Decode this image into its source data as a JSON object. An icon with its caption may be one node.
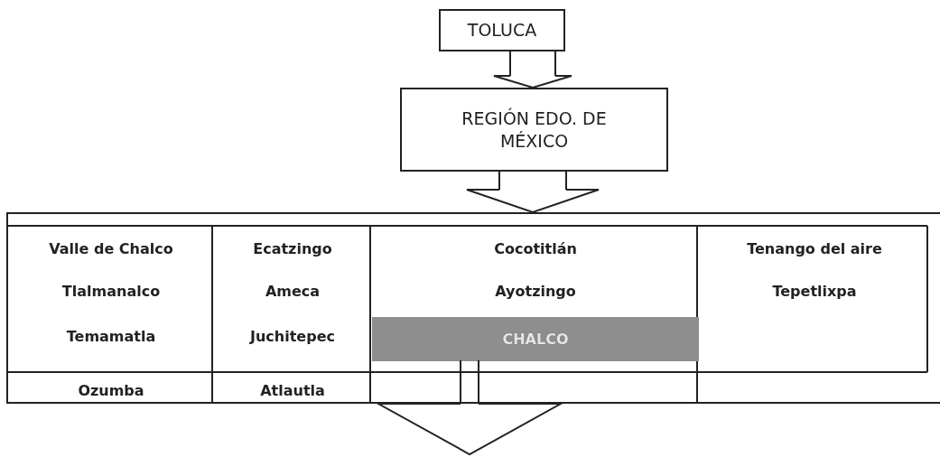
{
  "diagram": {
    "nodes": [
      {
        "text": [
          "TOLUCA"
        ]
      },
      {
        "text": [
          "REGIÓN EDO. DE MÉXICO"
        ]
      },
      {
        "text": [
          "Valle de Chalco",
          "Ecatzingo",
          "Cocotitlán",
          "Tenango del aire",
          "Tlalmanalco",
          "Ameca",
          "Ayotzingo",
          "Tepetlixpa",
          "Temamatla",
          "Juchitepec",
          "Ozumba",
          "Atlautla"
        ]
      },
      {
        "text": [
          "CHALCO"
        ],
        "in": 2
      }
    ],
    "edges": [
      {
        "from": 0,
        "to": 1,
        "arrow": "to"
      },
      {
        "from": 1,
        "to": 2,
        "arrow": "to"
      },
      {
        "from": 3,
        "to": null,
        "arrow": "to"
      }
    ]
  }
}
